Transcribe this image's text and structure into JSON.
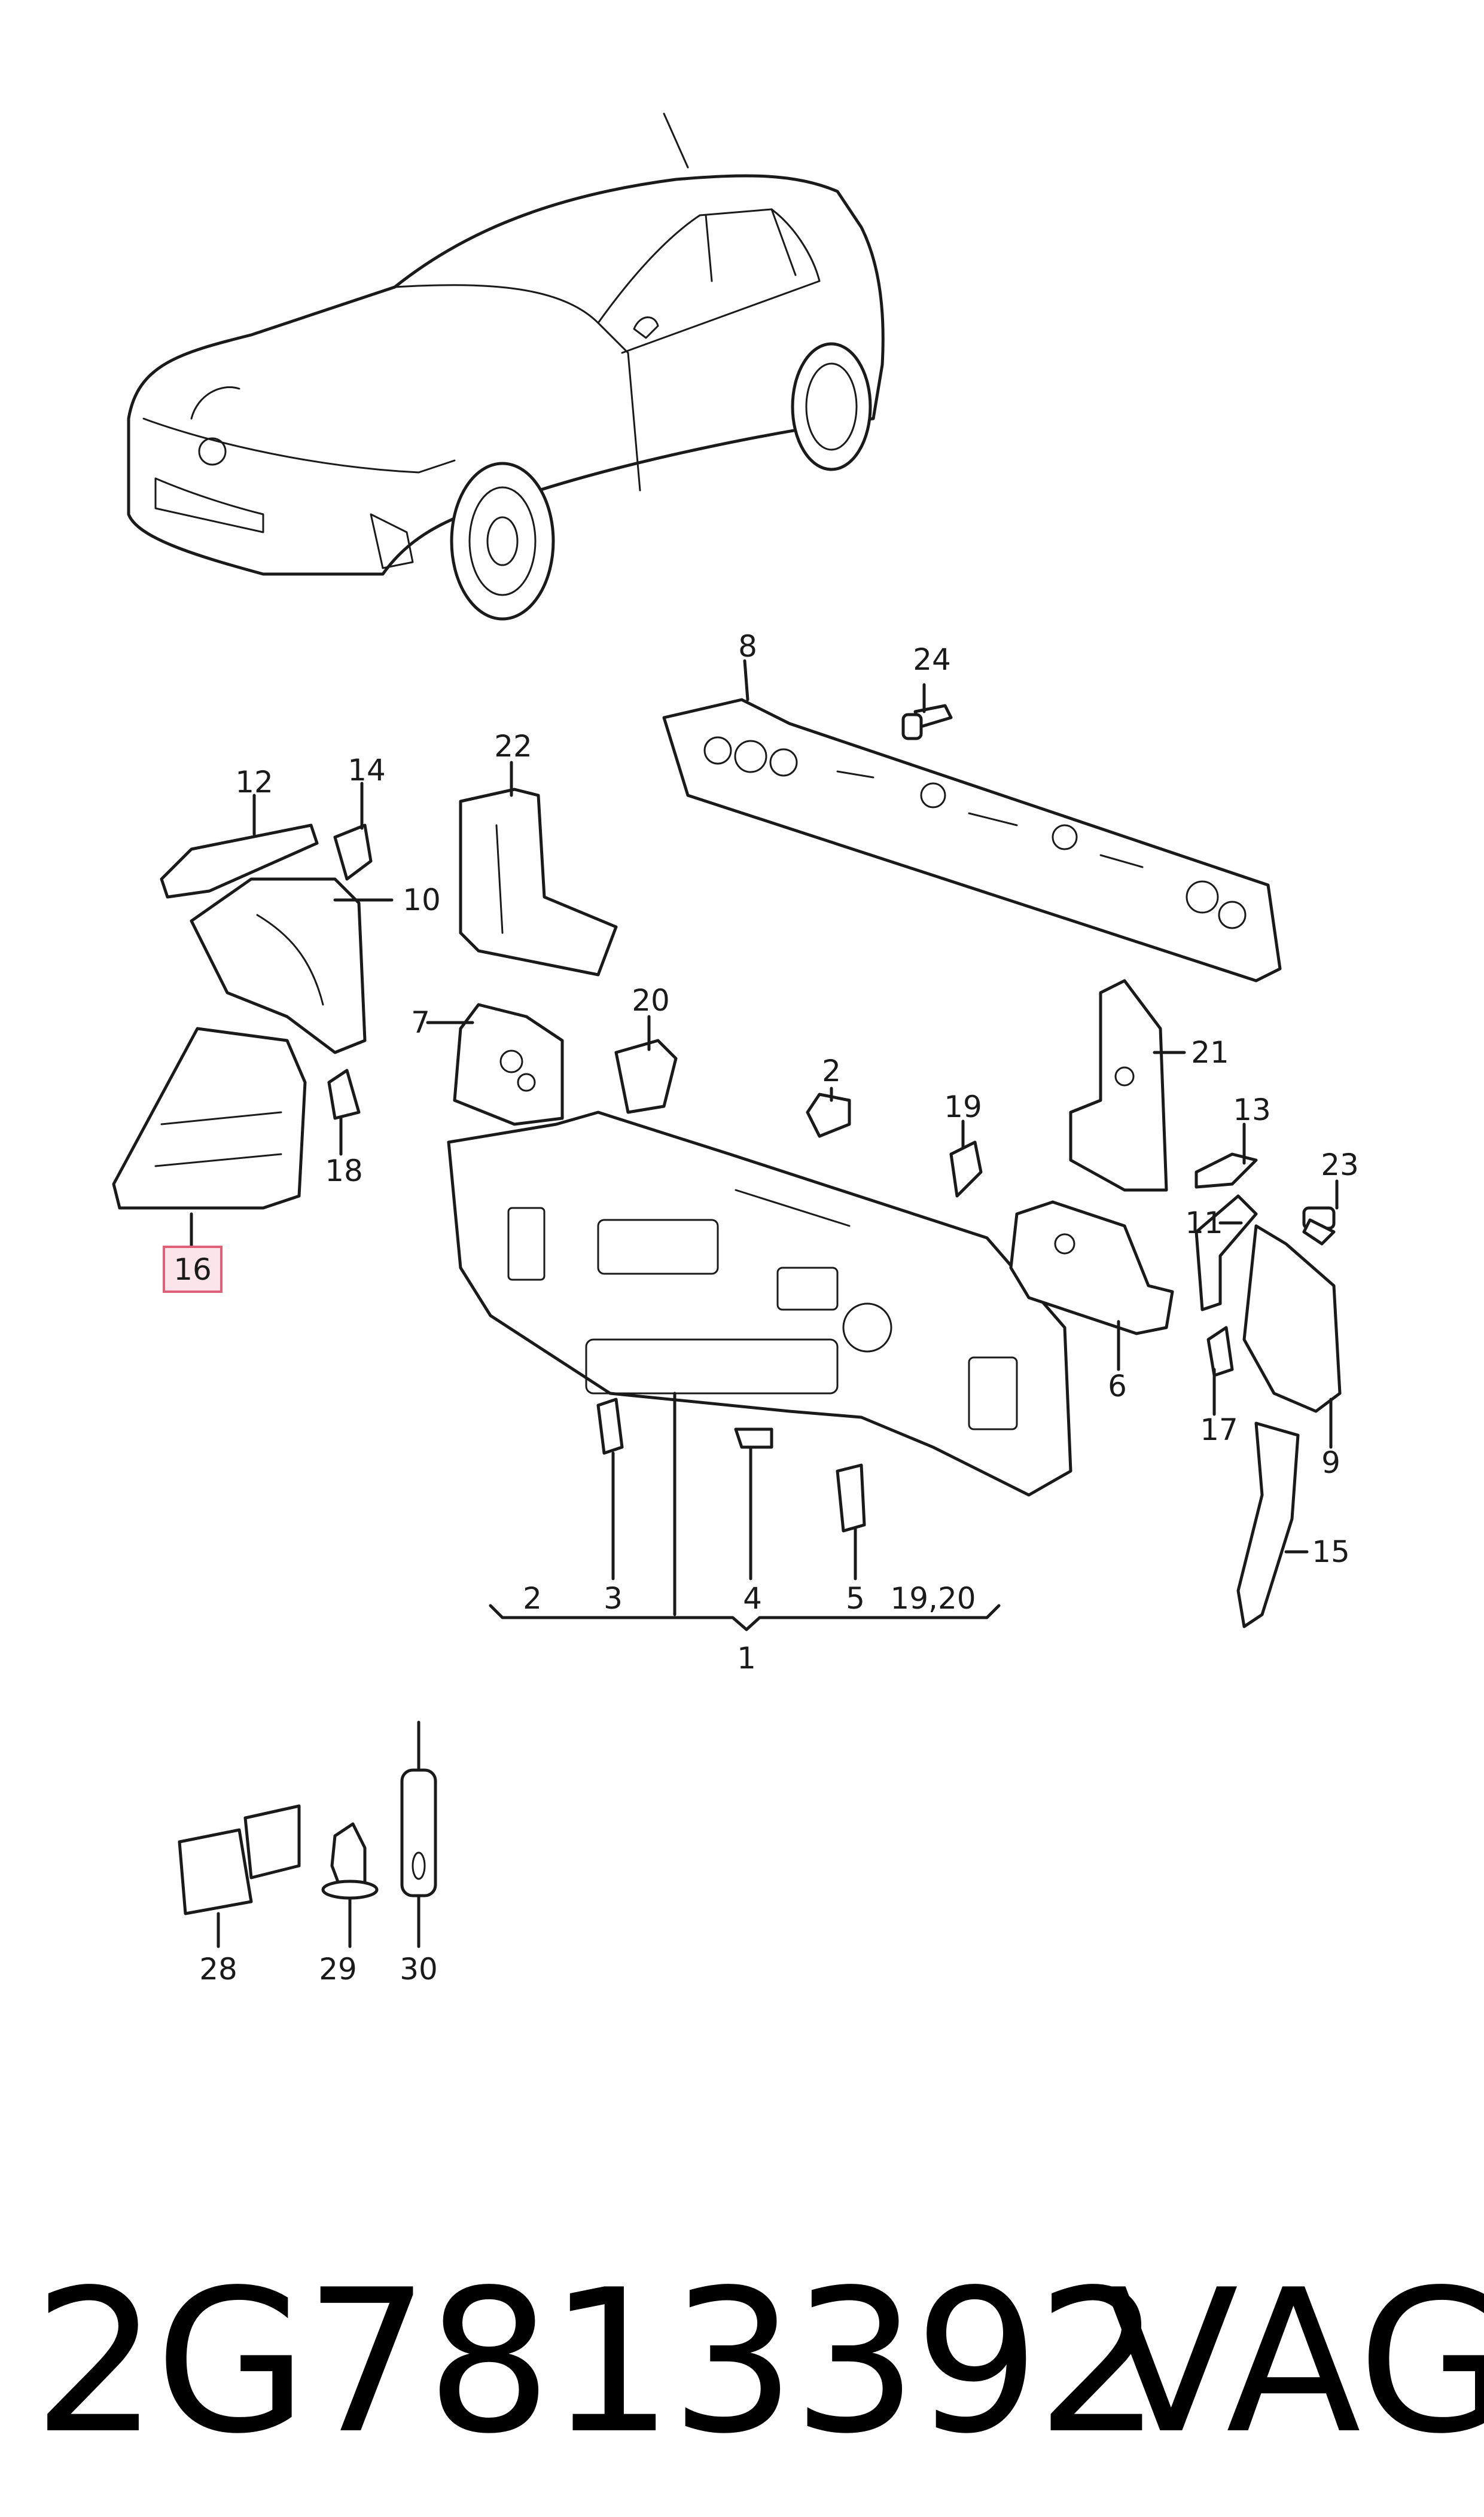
{
  "diagram": {
    "highlight_color": "#e0607a",
    "highlight_fill": "#fbe4ea",
    "highlighted_callout": "16",
    "callouts": {
      "c1": "1",
      "c2a": "2",
      "c2b": "2",
      "c3": "3",
      "c4": "4",
      "c5": "5",
      "c6": "6",
      "c7": "7",
      "c8": "8",
      "c9": "9",
      "c10": "10",
      "c11": "11",
      "c12": "12",
      "c13": "13",
      "c14": "14",
      "c15": "15",
      "c16": "16",
      "c17": "17",
      "c18": "18",
      "c19": "19",
      "c19_20": "19,20",
      "c20": "20",
      "c21": "21",
      "c22": "22",
      "c23": "23",
      "c24": "24",
      "c28": "28",
      "c29": "29",
      "c30": "30"
    }
  },
  "footer": {
    "part_number": "2G7813392",
    "brand": "VAG"
  }
}
